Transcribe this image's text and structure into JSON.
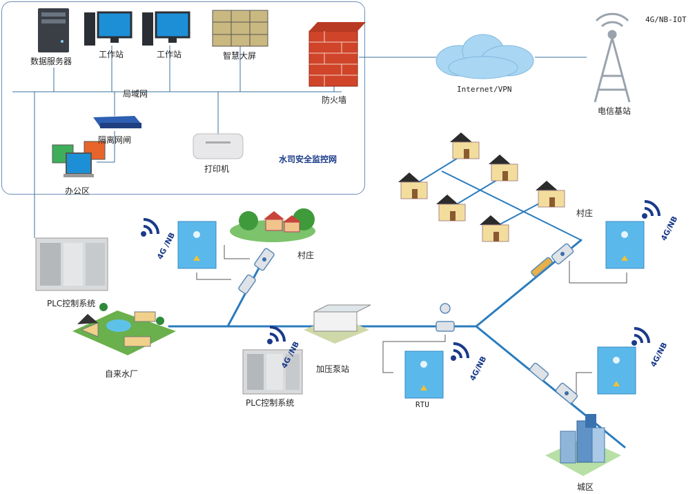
{
  "network": {
    "title": "水司安全监控网",
    "lan_label": "局域网",
    "devices": {
      "data_server": "数据服务器",
      "workstation_1": "工作站",
      "workstation_2": "工作站",
      "big_screen": "智慧大屏",
      "firewall": "防火墙",
      "isolation_gateway": "隔离网闸",
      "printer": "打印机",
      "office": "办公区"
    }
  },
  "external": {
    "internet": "Internet/VPN",
    "base_station": "电信基站",
    "iot_label": "4G/NB-IOT"
  },
  "field": {
    "plc_top": "PLC控制系统",
    "waterworks": "自来水厂",
    "plc_bottom": "PLC控制系统",
    "pump_station": "加压泵站",
    "rtu": "RTU",
    "village_1": "村庄",
    "village_2": "村庄",
    "city": "城区",
    "signal_1": "4G /NB",
    "signal_2": "4G /NB",
    "signal_3": "4G/NB",
    "signal_4": "4G/NB",
    "signal_5": "4G/NB"
  },
  "colors": {
    "pipe": "#2a7bbd",
    "line": "#3a6f9a",
    "box_border": "#6a8fb8",
    "cabinet": "#5bb8ea",
    "signal": "#1a3a8a",
    "firewall": "#d0452a"
  }
}
